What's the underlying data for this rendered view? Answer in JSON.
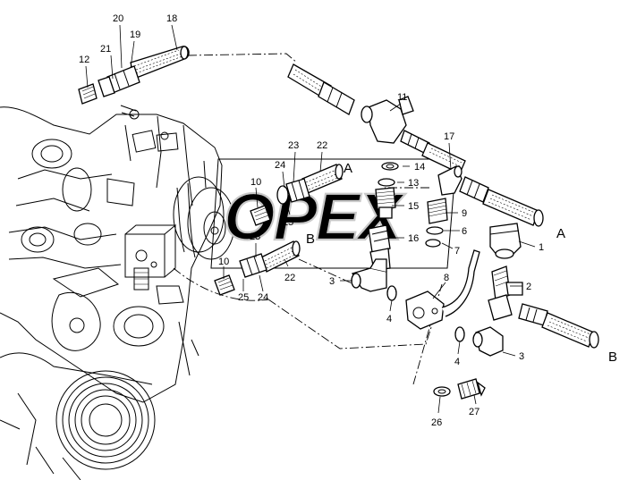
{
  "watermark": {
    "text": "OPEX"
  },
  "callouts": [
    {
      "id": "c20",
      "label": "20"
    },
    {
      "id": "c18",
      "label": "18"
    },
    {
      "id": "c21",
      "label": "21"
    },
    {
      "id": "c19",
      "label": "19"
    },
    {
      "id": "c12",
      "label": "12"
    },
    {
      "id": "c11",
      "label": "11"
    },
    {
      "id": "c17",
      "label": "17"
    },
    {
      "id": "c23a",
      "label": "23"
    },
    {
      "id": "c22a",
      "label": "22"
    },
    {
      "id": "c24a",
      "label": "24"
    },
    {
      "id": "c10a",
      "label": "10"
    },
    {
      "id": "c25a",
      "label": "25"
    },
    {
      "id": "c14",
      "label": "14"
    },
    {
      "id": "c13",
      "label": "13"
    },
    {
      "id": "c15",
      "label": "15"
    },
    {
      "id": "c9",
      "label": "9"
    },
    {
      "id": "c16",
      "label": "16"
    },
    {
      "id": "c6",
      "label": "6"
    },
    {
      "id": "c7",
      "label": "7"
    },
    {
      "id": "c1",
      "label": "1"
    },
    {
      "id": "c23b",
      "label": "23"
    },
    {
      "id": "c10b",
      "label": "10"
    },
    {
      "id": "c22b",
      "label": "22"
    },
    {
      "id": "c25b",
      "label": "25"
    },
    {
      "id": "c24b",
      "label": "24"
    },
    {
      "id": "c3a",
      "label": "3"
    },
    {
      "id": "c8",
      "label": "8"
    },
    {
      "id": "c2",
      "label": "2"
    },
    {
      "id": "c4a",
      "label": "4"
    },
    {
      "id": "c4b",
      "label": "4"
    },
    {
      "id": "c3b",
      "label": "3"
    },
    {
      "id": "c26",
      "label": "26"
    },
    {
      "id": "c27",
      "label": "27"
    }
  ],
  "connectors": [
    {
      "id": "A1",
      "label": "A"
    },
    {
      "id": "B1",
      "label": "B"
    },
    {
      "id": "A2",
      "label": "A"
    },
    {
      "id": "B2",
      "label": "B"
    }
  ]
}
